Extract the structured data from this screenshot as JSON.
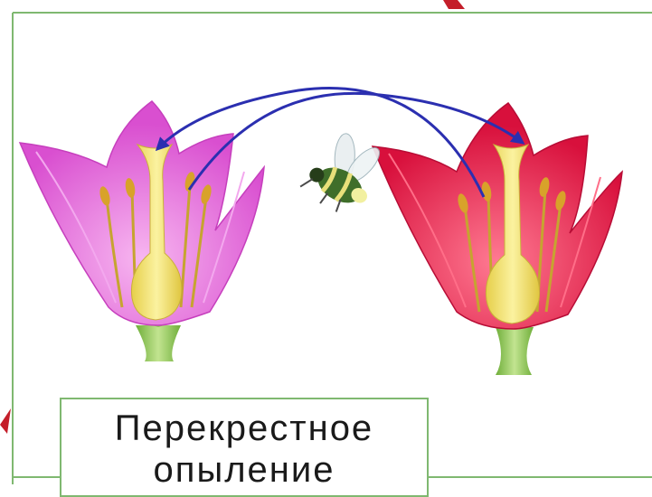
{
  "caption": {
    "line1": "Перекрестное",
    "line2": "опыление"
  },
  "colors": {
    "frame": "#7fb870",
    "flower_left_petals": "#e060d8",
    "flower_right_petals": "#e8184a",
    "pistil": "#f0e070",
    "arrow": "#2b2fb0",
    "corner_marker": "#c41e2a",
    "sepals": "#8cc850"
  },
  "icons": [
    "pink-flower",
    "red-flower",
    "bee",
    "pollen-transfer-arrow"
  ]
}
